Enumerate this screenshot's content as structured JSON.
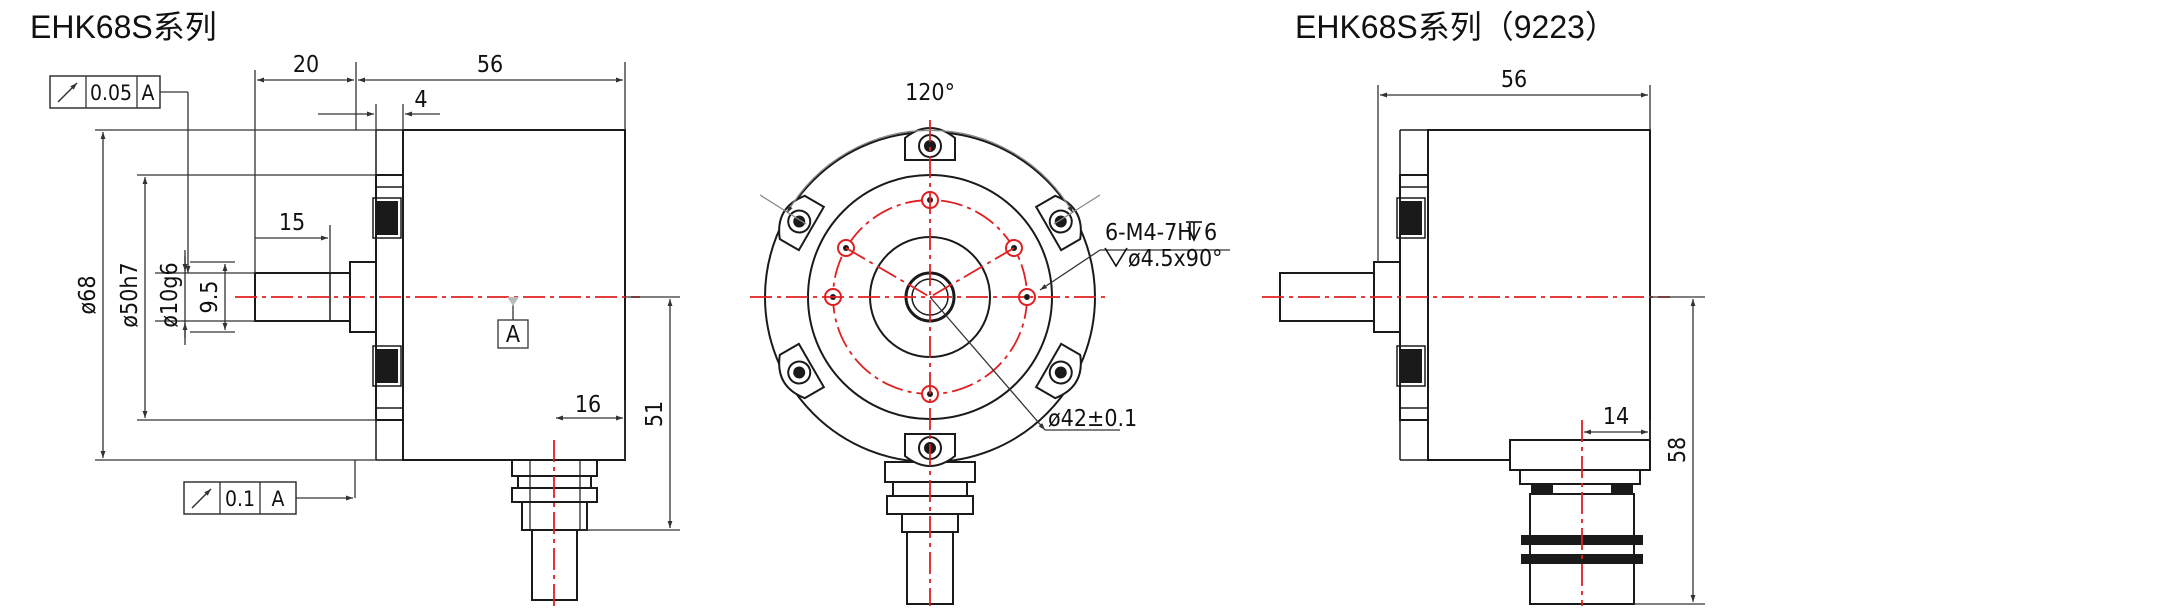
{
  "titles": {
    "left": "EHK68S系列",
    "right": "EHK68S系列（9223）"
  },
  "side_view": {
    "dims": {
      "shaft_protrusion": "20",
      "body_length": "56",
      "flange_step": "4",
      "shaft_flat_length": "15",
      "flat_height": "9.5",
      "outer_diameter": "ø68",
      "pilot_diameter": "ø50h7",
      "shaft_diameter": "ø10g6",
      "cable_offset": "16",
      "cable_height": "51"
    },
    "fcf_top": {
      "symbol": "runout-arrow",
      "tolerance": "0.05",
      "datum": "A"
    },
    "fcf_bottom": {
      "symbol": "runout-arrow",
      "tolerance": "0.1",
      "datum": "A"
    },
    "datum_label": "A"
  },
  "front_view": {
    "angle": "120°",
    "hole_note_line1": "6-M4-7H",
    "hole_note_depth": "6",
    "hole_note_line2": "ø4.5x90°",
    "bolt_circle": "ø42±0.1"
  },
  "connector_view": {
    "dims": {
      "body_length": "56",
      "connector_offset": "14",
      "connector_height": "58"
    }
  },
  "colors": {
    "line": "#1a1a1a",
    "dim": "#333333",
    "centerline": "#e02020",
    "body_fill": "#ffffff"
  }
}
